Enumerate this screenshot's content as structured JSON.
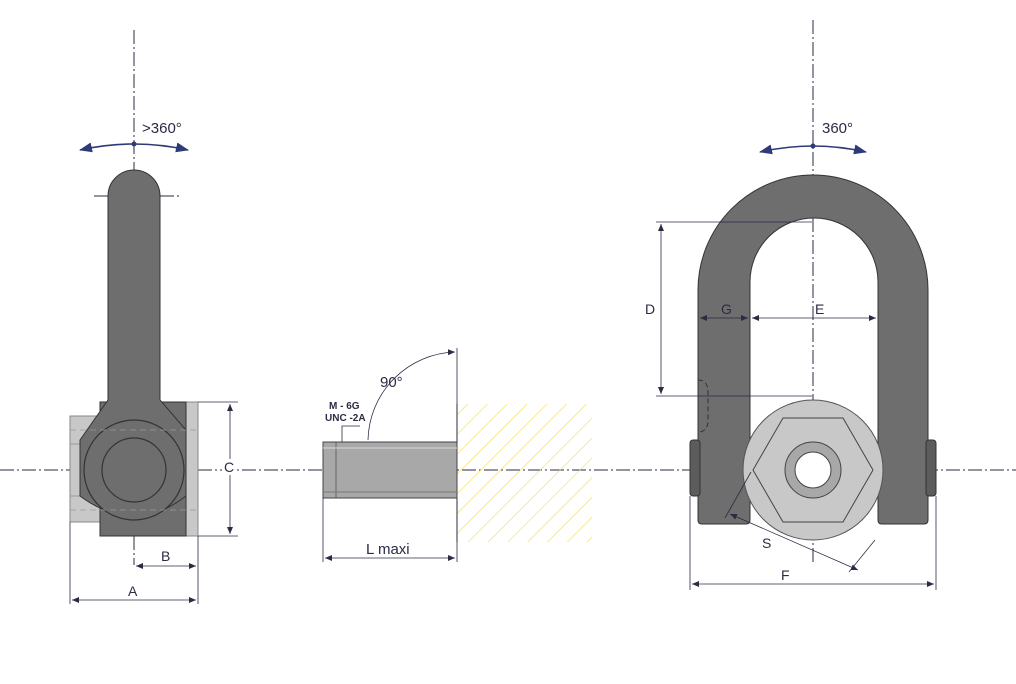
{
  "colors": {
    "body_dark": "#6e6e6e",
    "body_mid": "#a8a8a8",
    "body_light": "#c8c8c8",
    "hatch": "#f2e06a",
    "dim_line": "#2b2b44",
    "arrow": "#2f3a78"
  },
  "labels": {
    "left_rotation": ">360°",
    "right_rotation": "360°",
    "angle": "90°",
    "thread_metric": "M - 6G",
    "thread_unc": "UNC -2A",
    "length": "L maxi",
    "dim_a": "A",
    "dim_b": "B",
    "dim_c": "C",
    "dim_d": "D",
    "dim_e": "E",
    "dim_f": "F",
    "dim_g": "G",
    "dim_s": "S"
  }
}
